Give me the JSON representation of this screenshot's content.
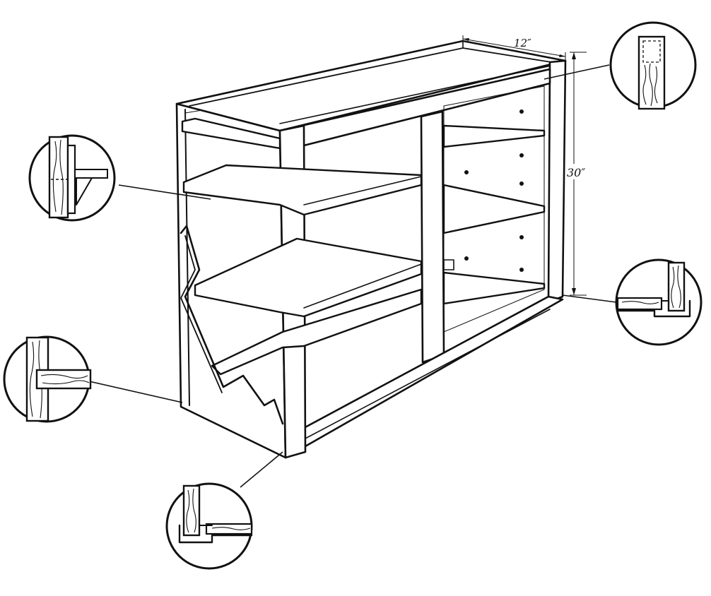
{
  "figure": {
    "dimensions": {
      "depth_label": "12″",
      "height_label": "30″"
    },
    "callouts": [
      {
        "id": "face-frame-top-corner",
        "icon": "stile-grain-detail"
      },
      {
        "id": "shelf-bracket",
        "icon": "bracket-support-detail"
      },
      {
        "id": "dado-joint",
        "icon": "dado-shelf-detail"
      },
      {
        "id": "rabbet-joint-base-left",
        "icon": "rabbet-joint-detail"
      },
      {
        "id": "rabbet-joint-base-right",
        "icon": "rabbet-joint-detail"
      }
    ]
  }
}
